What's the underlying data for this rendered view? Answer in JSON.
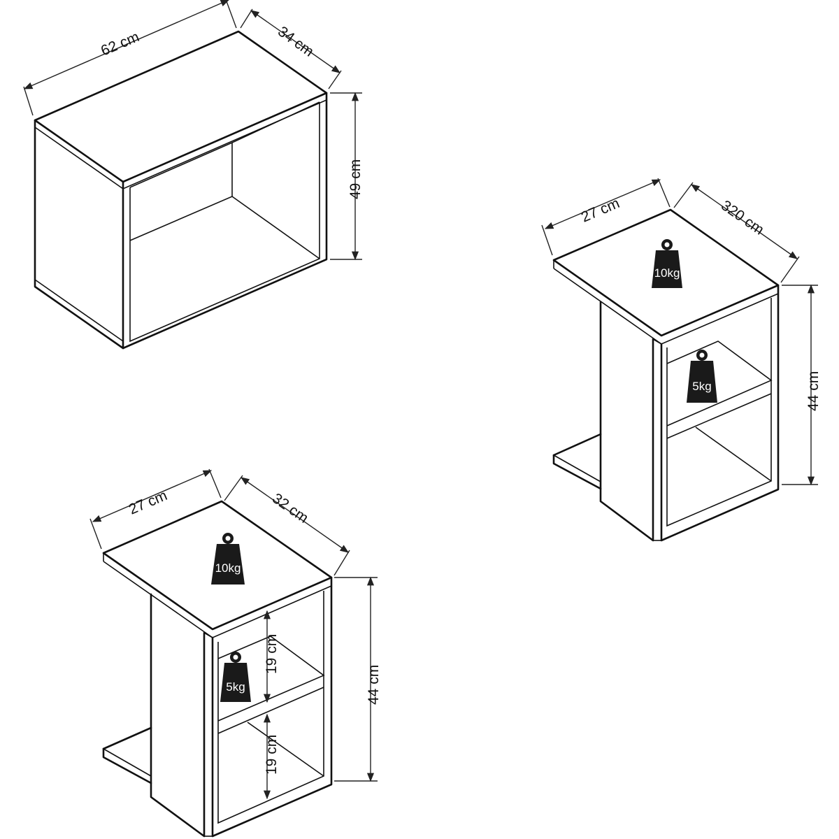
{
  "box": {
    "width": "62 cm",
    "depth": "34 cm",
    "height": "49 cm"
  },
  "side_table_right": {
    "width": "27 cm",
    "depth": "320 cm",
    "height": "44 cm",
    "top_load": "10kg",
    "shelf_load": "5kg"
  },
  "side_table_left": {
    "width": "27 cm",
    "depth": "32 cm",
    "height": "44 cm",
    "top_load": "10kg",
    "shelf_load": "5kg",
    "upper_gap": "19 cm",
    "lower_gap": "19 cm"
  }
}
